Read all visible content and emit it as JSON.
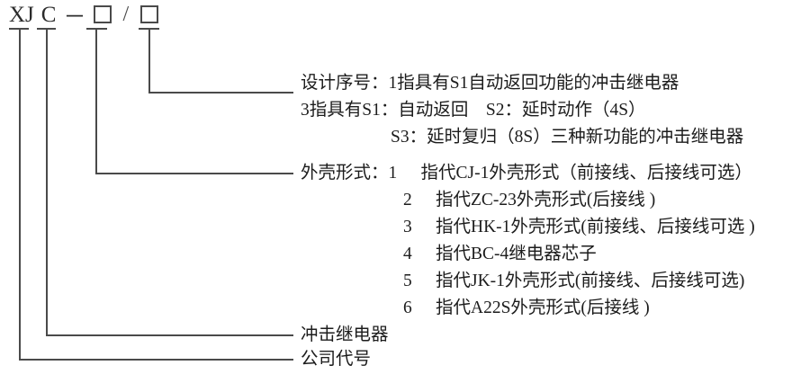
{
  "diagram": {
    "title_code": {
      "parts": [
        "XJ",
        "C",
        "－",
        "□",
        "/",
        "□"
      ],
      "prefix": "XJ",
      "series": "C",
      "dash": "－",
      "box_housing": "□",
      "slash": "/",
      "box_design": "□"
    },
    "leaders": [
      {
        "name": "design-number",
        "label": "设计序号"
      },
      {
        "name": "housing-form",
        "label": "外壳形式"
      },
      {
        "name": "relay-type",
        "label": "冲击继电器"
      },
      {
        "name": "company-code",
        "label": "公司代号"
      }
    ],
    "design_number": {
      "label": "设计序号：",
      "lines": [
        "设计序号：1指具有S1自动返回功能的冲击继电器",
        "3指具有S1：自动返回　S2：延时动作（4S）",
        "S3：延时复归（8S）三种新功能的冲击继电器"
      ],
      "line1": "设计序号：1指具有S1自动返回功能的冲击继电器",
      "line2": "3指具有S1：自动返回　S2：延时动作（4S）",
      "line3": "S3：延时复归（8S）三种新功能的冲击继电器"
    },
    "housing_form": {
      "label": "外壳形式：",
      "rows": [
        {
          "num": "1",
          "text": "指代CJ-1外壳形式（前接线、后接线可选）"
        },
        {
          "num": "2",
          "text": "指代ZC-23外壳形式(后接线 )"
        },
        {
          "num": "3",
          "text": "指代HK-1外壳形式(前接线、后接线可选 )"
        },
        {
          "num": "4",
          "text": "指代BC-4继电器芯子"
        },
        {
          "num": "5",
          "text": "指代JK-1外壳形式(前接线、后接线可选)"
        },
        {
          "num": "6",
          "text": "指代A22S外壳形式(后接线 )"
        }
      ]
    },
    "relay_type": {
      "text": "冲击继电器"
    },
    "company_code": {
      "text": "公司代号"
    },
    "colors": {
      "line": "#4a4a4a",
      "text": "#1c1c1c",
      "background": "#ffffff"
    }
  }
}
